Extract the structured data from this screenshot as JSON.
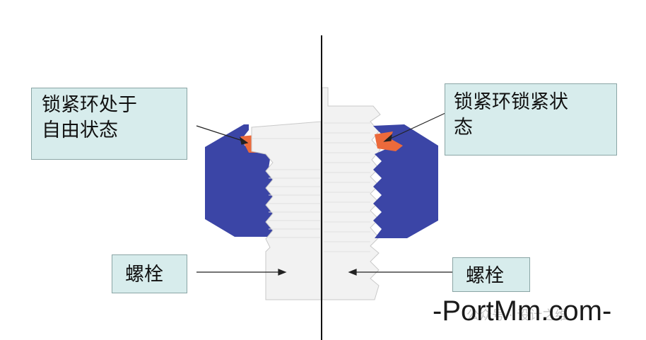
{
  "callouts": {
    "left_top": "锁紧环处于\n自由状态",
    "right_top": "锁紧环锁紧状\n态",
    "left_bottom": "螺栓",
    "right_bottom": "螺栓"
  },
  "watermark": {
    "text": "-PortMm.com-",
    "sub": "公众号 · 设计之维"
  },
  "colors": {
    "nut_body": "#3b45a6",
    "locking_ring": "#ec6a3b",
    "bolt": "#f2f2f2",
    "callout_bg": "#d7ecec"
  }
}
